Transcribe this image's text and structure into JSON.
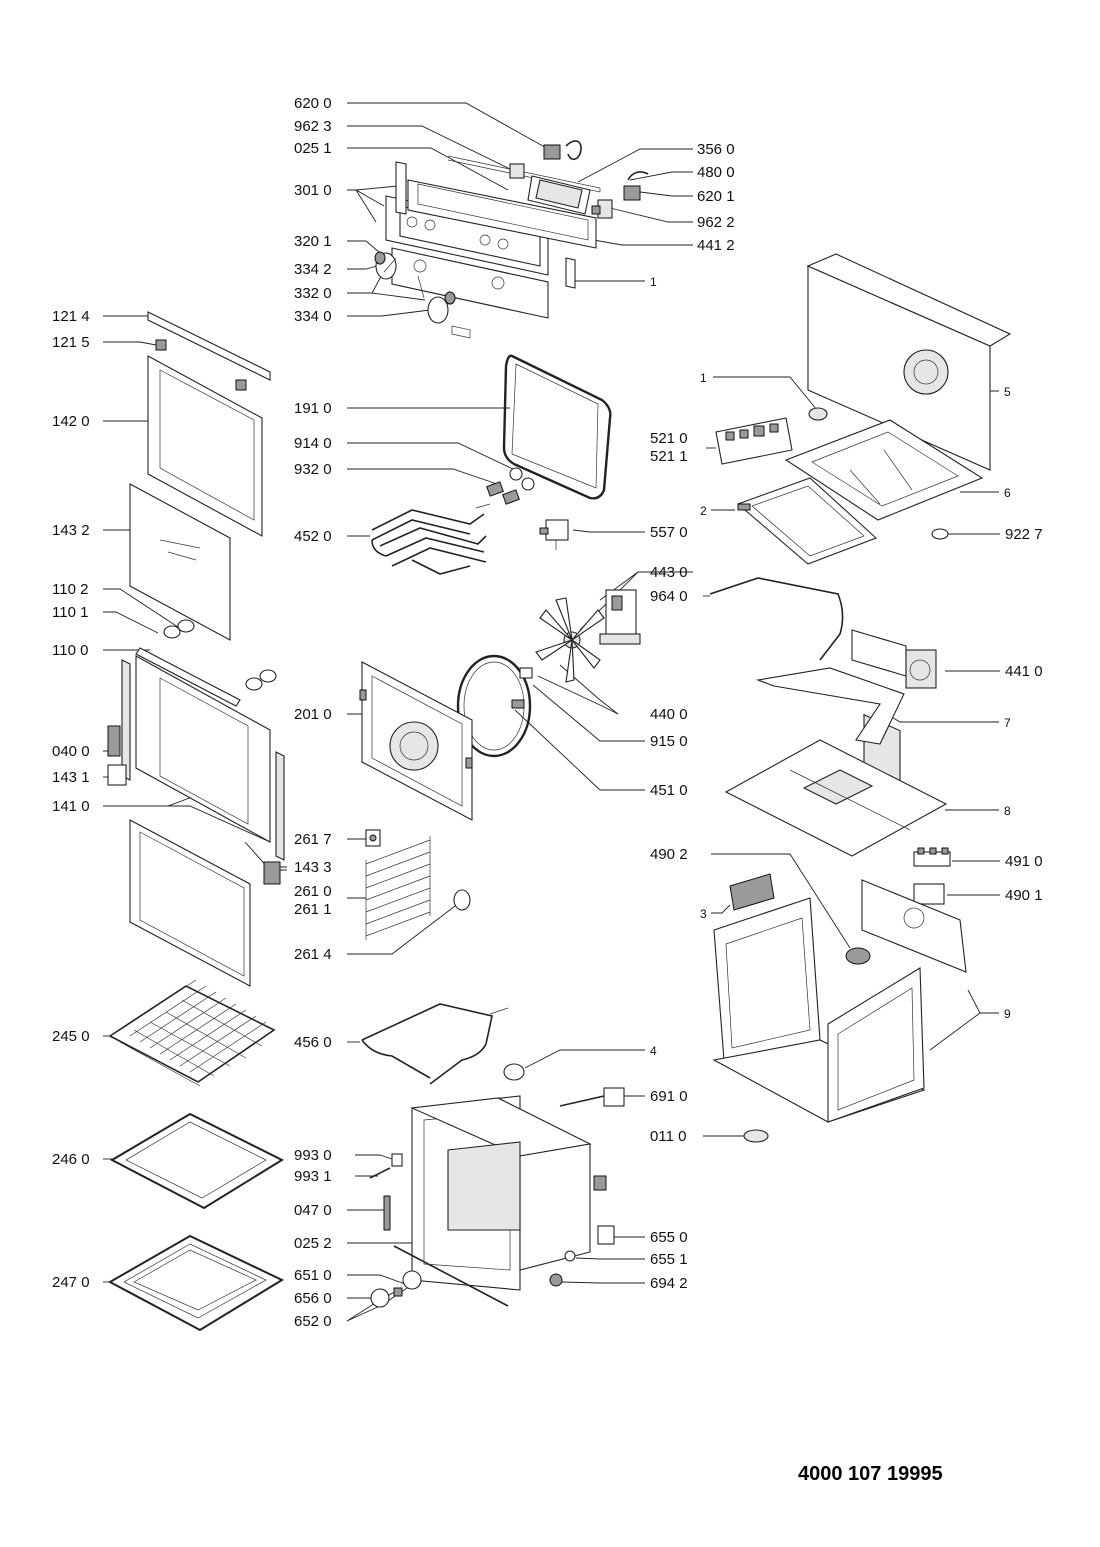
{
  "document_number": "4000 107 19995",
  "labels": {
    "l6200": "620 0",
    "l9623": "962 3",
    "l0251": "025 1",
    "l3560": "356 0",
    "l4800": "480 0",
    "l6201": "620 1",
    "l3010": "301 0",
    "l9622": "962 2",
    "l4412": "441 2",
    "l3201": "320 1",
    "l3342": "334 2",
    "l1top": "1",
    "l3320": "332 0",
    "l3340": "334 0",
    "l1214": "121 4",
    "l1215": "121 5",
    "l1420": "142 0",
    "l1910": "191 0",
    "l9140": "914 0",
    "l9320": "932 0",
    "l4520": "452 0",
    "l1432": "143 2",
    "l1102": "110 2",
    "l1101": "110 1",
    "l1100": "110 0",
    "l5570": "557 0",
    "l4430": "443 0",
    "l9640": "964 0",
    "l2010": "201 0",
    "l4400": "440 0",
    "l9150": "915 0",
    "l0400": "040 0",
    "l1431": "143 1",
    "l1410": "141 0",
    "l4510": "451 0",
    "l2617": "261 7",
    "l1433": "143 3",
    "l2610": "261 0",
    "l2611": "261 1",
    "l2614": "261 4",
    "l2450": "245 0",
    "l4560": "456 0",
    "l4": "4",
    "l6910": "691 0",
    "l2460": "246 0",
    "l9930": "993 0",
    "l9931": "993 1",
    "l0110": "011 0",
    "l0470": "047 0",
    "l0252": "025 2",
    "l6550": "655 0",
    "l6551": "655 1",
    "l6942": "694 2",
    "l2470": "247 0",
    "l6510": "651 0",
    "l6560": "656 0",
    "l6520": "652 0",
    "l1right": "1",
    "l5": "5",
    "l5210": "521 0",
    "l5211": "521 1",
    "l6": "6",
    "l2": "2",
    "l9227": "922 7",
    "l4410": "441 0",
    "l7": "7",
    "l8": "8",
    "l4902": "490 2",
    "l4910": "491 0",
    "l4901": "490 1",
    "l3": "3",
    "l9": "9"
  }
}
